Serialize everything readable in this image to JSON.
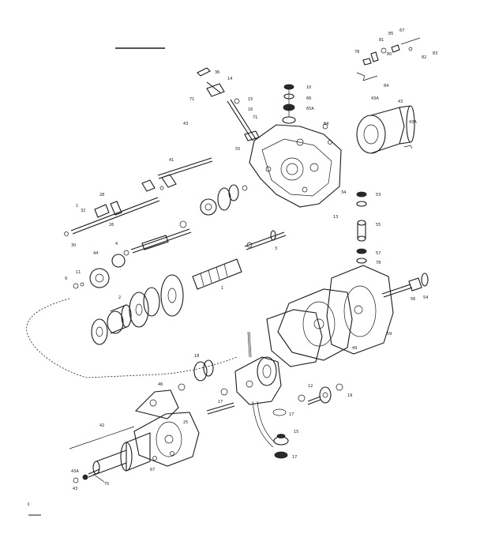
{
  "diagram": {
    "callouts": [
      {
        "text": "36"
      },
      {
        "text": "14"
      },
      {
        "text": "71"
      },
      {
        "text": "15"
      },
      {
        "text": "16"
      },
      {
        "text": "71"
      },
      {
        "text": "43"
      },
      {
        "text": "55"
      },
      {
        "text": "10"
      },
      {
        "text": "66"
      },
      {
        "text": "65A"
      },
      {
        "text": "64"
      },
      {
        "text": "78"
      },
      {
        "text": "81"
      },
      {
        "text": "85"
      },
      {
        "text": "67"
      },
      {
        "text": "80"
      },
      {
        "text": "82"
      },
      {
        "text": "83"
      },
      {
        "text": "84"
      },
      {
        "text": "43A"
      },
      {
        "text": "43"
      },
      {
        "text": "43A"
      },
      {
        "text": "34"
      },
      {
        "text": "53"
      },
      {
        "text": "55"
      },
      {
        "text": "57"
      },
      {
        "text": "78"
      },
      {
        "text": "13"
      },
      {
        "text": "1"
      },
      {
        "text": "32"
      },
      {
        "text": "28"
      },
      {
        "text": "26"
      },
      {
        "text": "30"
      },
      {
        "text": "41"
      },
      {
        "text": "44"
      },
      {
        "text": "4"
      },
      {
        "text": "9"
      },
      {
        "text": "11"
      },
      {
        "text": "2"
      },
      {
        "text": "1"
      },
      {
        "text": "56"
      },
      {
        "text": "54"
      },
      {
        "text": "59"
      },
      {
        "text": "49"
      },
      {
        "text": "46"
      },
      {
        "text": "42"
      },
      {
        "text": "19"
      },
      {
        "text": "17"
      },
      {
        "text": "12"
      },
      {
        "text": "18"
      },
      {
        "text": "17"
      },
      {
        "text": "25"
      },
      {
        "text": "17"
      },
      {
        "text": "15"
      },
      {
        "text": "43A"
      },
      {
        "text": "43"
      },
      {
        "text": "75"
      },
      {
        "text": "67"
      },
      {
        "text": "3"
      }
    ]
  }
}
